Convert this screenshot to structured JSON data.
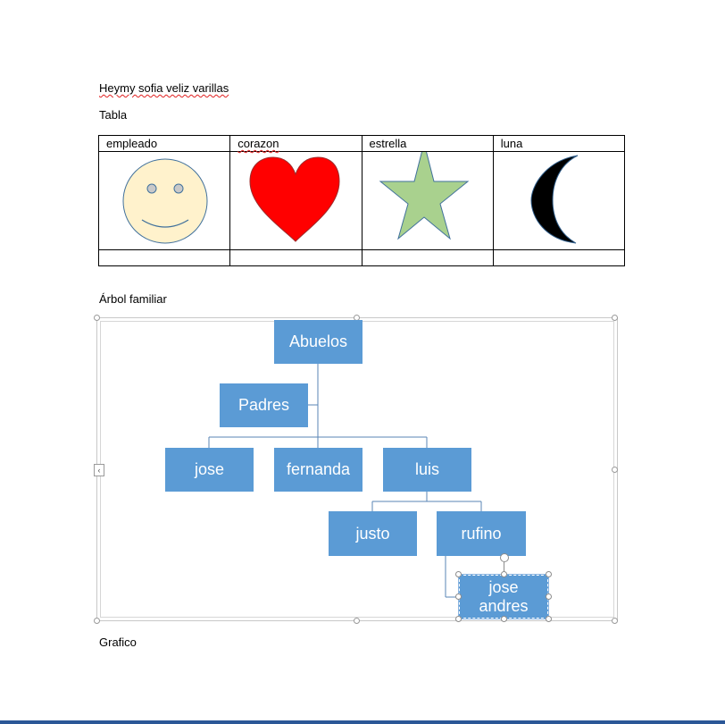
{
  "document": {
    "author_line": "Heymy sofia veliz  varillas",
    "table_heading": "Tabla",
    "family_tree_heading": "Árbol familiar",
    "chart_heading": "Grafico"
  },
  "table": {
    "headers": [
      "empleado",
      "corazon",
      "estrella",
      "luna"
    ],
    "shapes": [
      "smiley-face-icon",
      "heart-icon",
      "star-icon",
      "moon-icon"
    ],
    "colors": {
      "smiley_fill": "#fff2cc",
      "heart_fill": "#ff0000",
      "star_fill": "#a9d18e",
      "moon_fill": "#000000"
    }
  },
  "family_tree": {
    "node_color": "#5b9bd5",
    "line_color": "#5a86b5",
    "nodes": {
      "abuelos": "Abuelos",
      "padres": "Padres",
      "jose": "jose",
      "fernanda": "fernanda",
      "luis": "luis",
      "justo": "justo",
      "rufino": "rufino",
      "jose_andres": "jose andres"
    },
    "selected_node": "jose andres"
  }
}
